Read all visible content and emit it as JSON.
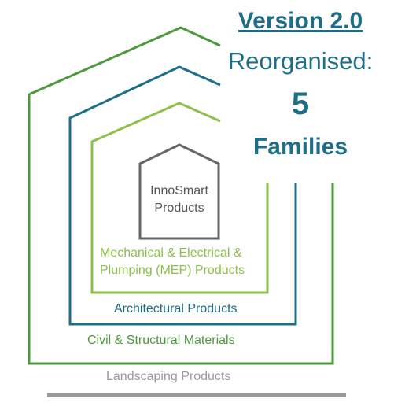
{
  "heading": {
    "version": "Version 2.0",
    "reorganised": "Reorganised:",
    "count": "5",
    "families": "Families"
  },
  "families": {
    "core": {
      "line1": "InnoSmart",
      "line2": "Products",
      "color": "#666666"
    },
    "mep": {
      "line1": "Mechanical & Electrical &",
      "line2": "Plumping (MEP) Products",
      "color": "#8cc04b"
    },
    "architectural": {
      "label": "Architectural Products",
      "color": "#1e6e87"
    },
    "civil": {
      "label": "Civil & Structural Materials",
      "color": "#4c9a3c"
    },
    "landscaping": {
      "label": "Landscaping Products",
      "color": "#9a9a9a"
    }
  },
  "colors": {
    "heading": "#1e6e87",
    "ground_line": "#9a9a9a"
  }
}
